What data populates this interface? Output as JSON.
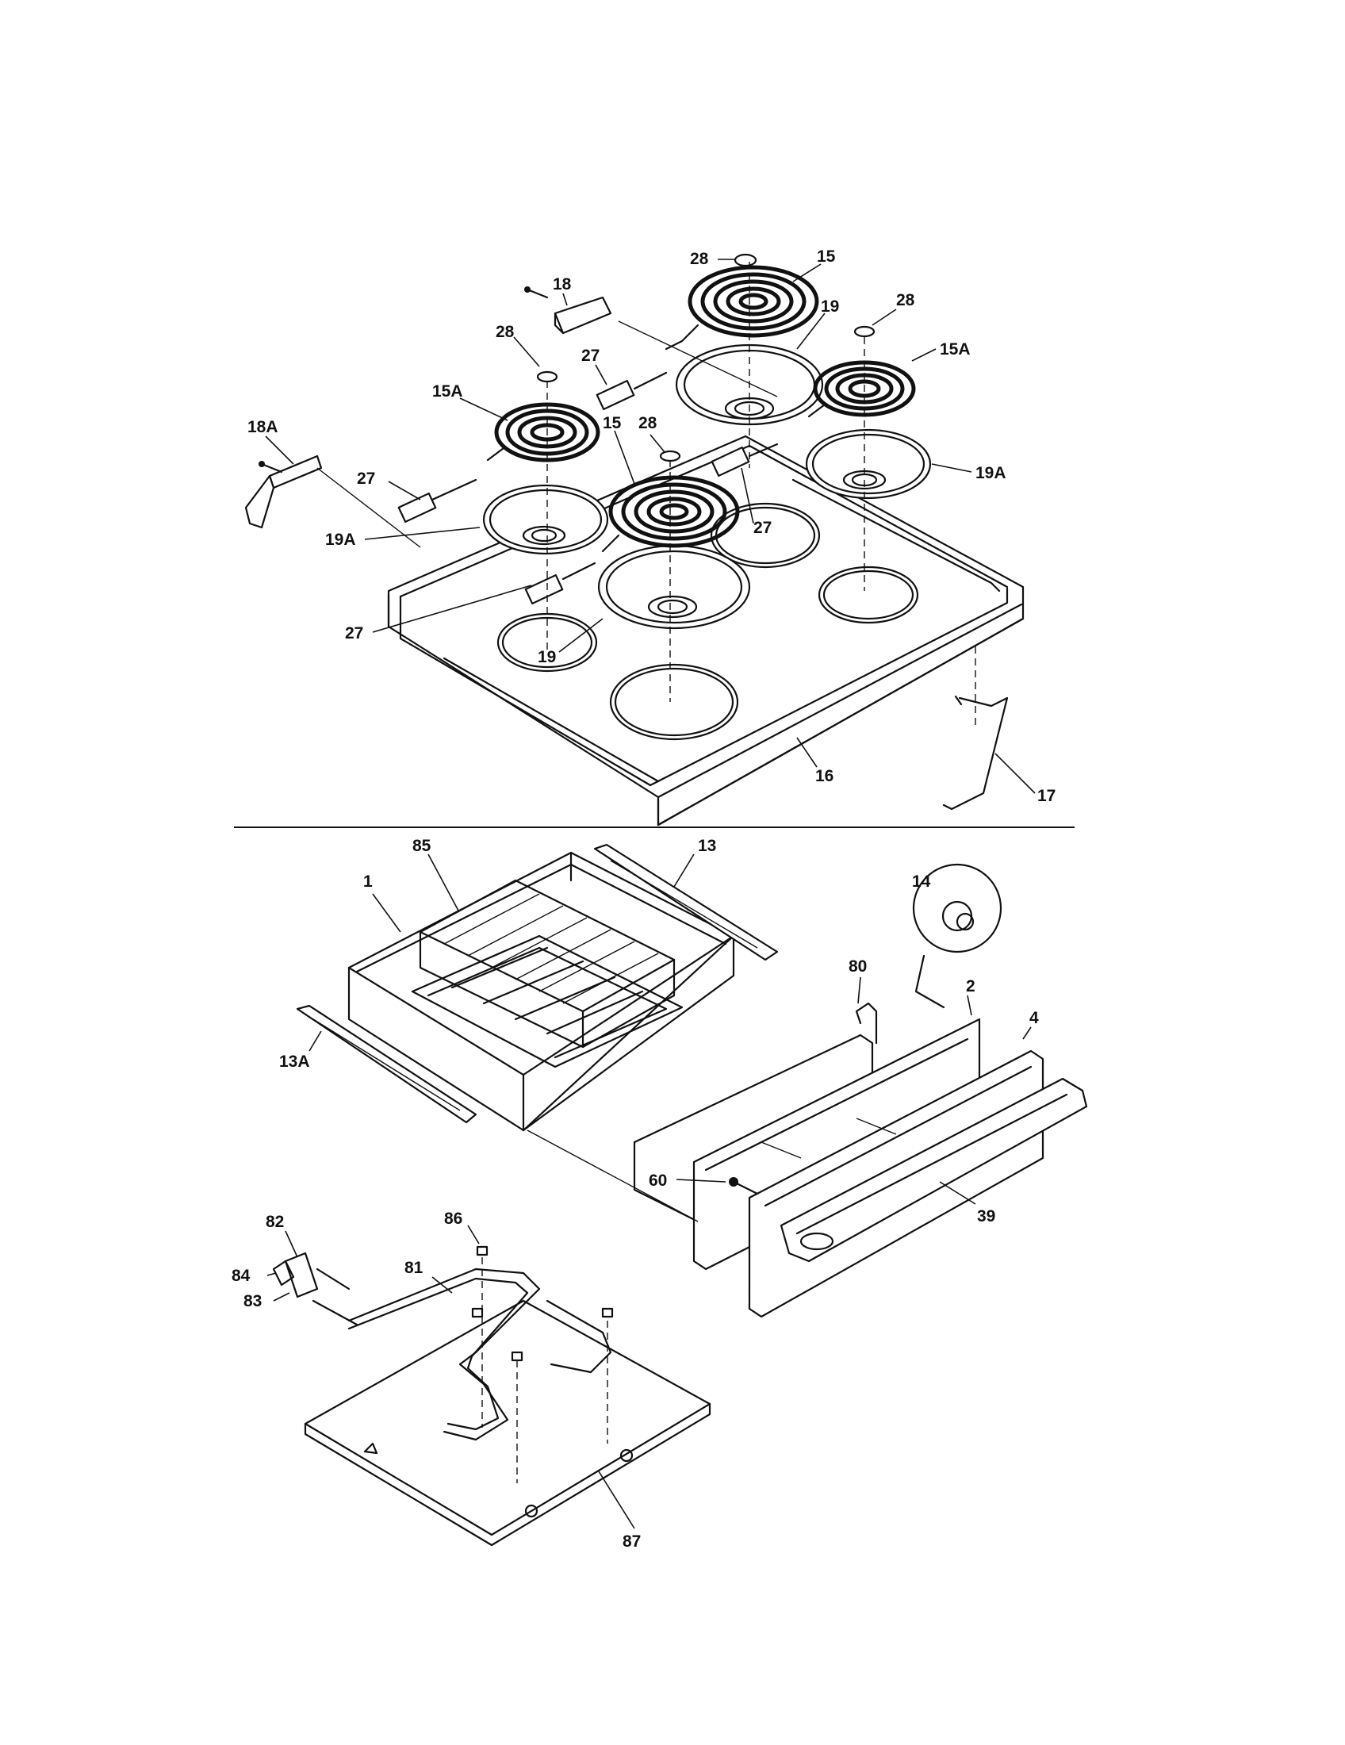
{
  "callouts": {
    "c28_top": "28",
    "c15_top": "15",
    "c18": "18",
    "c19_top": "19",
    "c28_right": "28",
    "c15a_right": "15A",
    "c28_left": "28",
    "c27_upper": "27",
    "c15a_left": "15A",
    "c28_mid": "28",
    "c15_mid": "15",
    "c18a": "18A",
    "c27_left": "27",
    "c27_right": "27",
    "c19a_right": "19A",
    "c19a_left": "19A",
    "c27_lower": "27",
    "c19_lower": "19",
    "c16": "16",
    "c17": "17",
    "c85": "85",
    "c13": "13",
    "c1": "1",
    "c14": "14",
    "c80": "80",
    "c2": "2",
    "c4": "4",
    "c13a": "13A",
    "c60": "60",
    "c39": "39",
    "c86": "86",
    "c82": "82",
    "c84": "84",
    "c81": "81",
    "c83": "83",
    "c87": "87"
  }
}
